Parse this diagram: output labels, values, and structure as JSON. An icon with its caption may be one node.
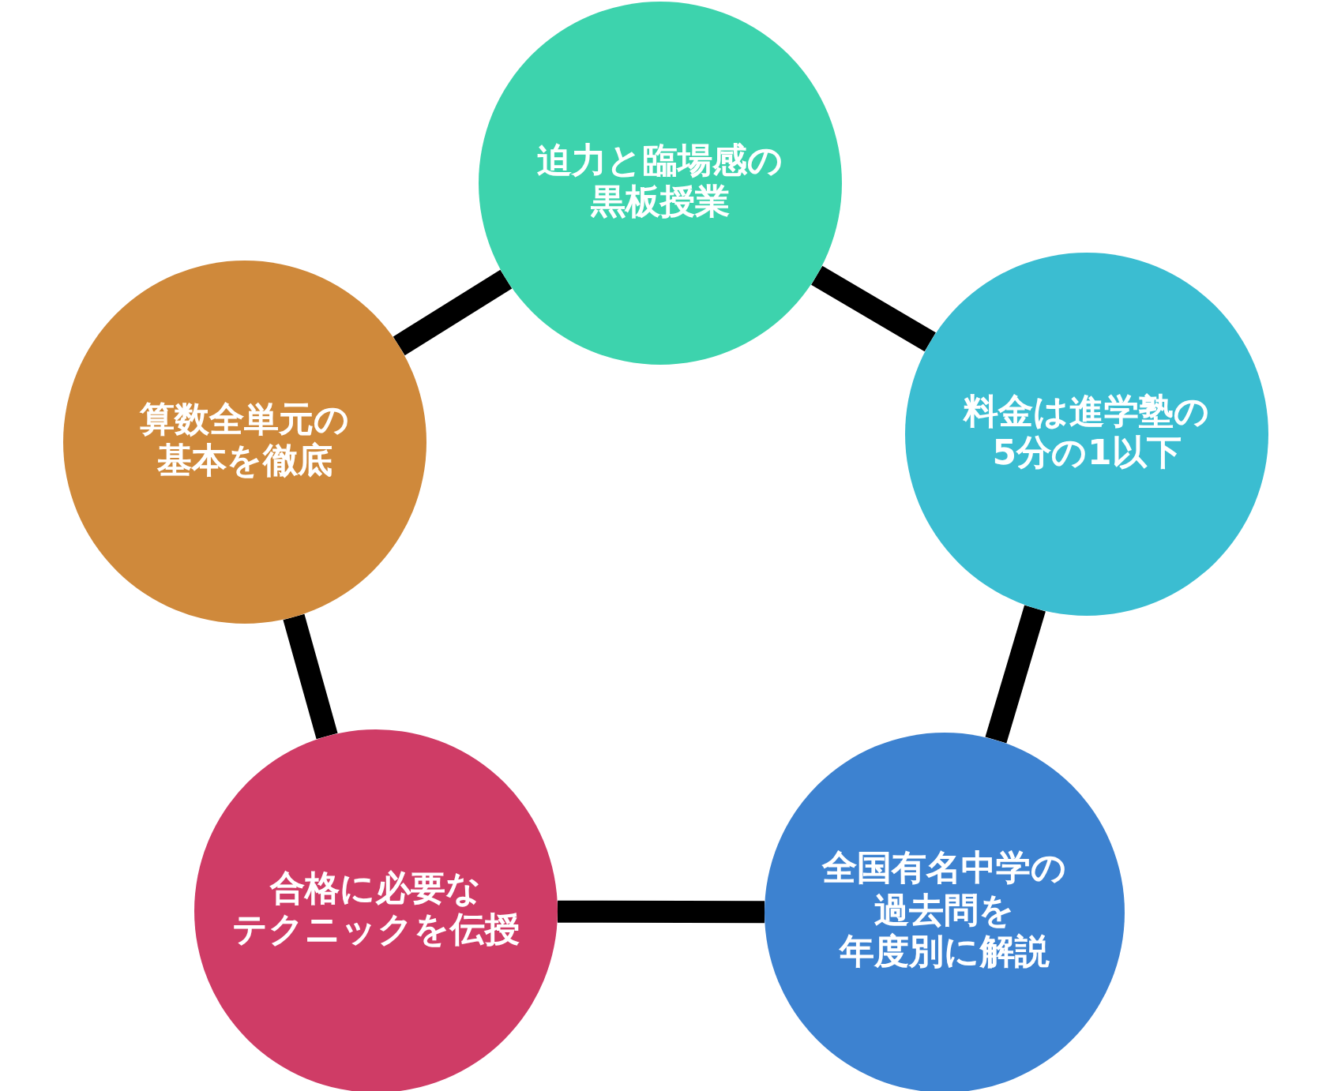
{
  "diagram": {
    "nodes": [
      {
        "text": [
          "迫力と臨場感の黒板授業"
        ]
      },
      {
        "text": [
          "料金は進学塾の5分の1以下"
        ]
      },
      {
        "text": [
          "全国有名中学の過去問を年度別に解説"
        ]
      },
      {
        "text": [
          "合格に必要なテクニックを伝授"
        ]
      },
      {
        "text": [
          "算数全単元の基本を徹底"
        ]
      }
    ],
    "edges": [
      {
        "from": 0,
        "to": 1,
        "arrow": "none"
      },
      {
        "from": 1,
        "to": 2,
        "arrow": "none"
      },
      {
        "from": 2,
        "to": 3,
        "arrow": "none"
      },
      {
        "from": 3,
        "to": 4,
        "arrow": "none"
      },
      {
        "from": 4,
        "to": 0,
        "arrow": "none"
      }
    ]
  }
}
